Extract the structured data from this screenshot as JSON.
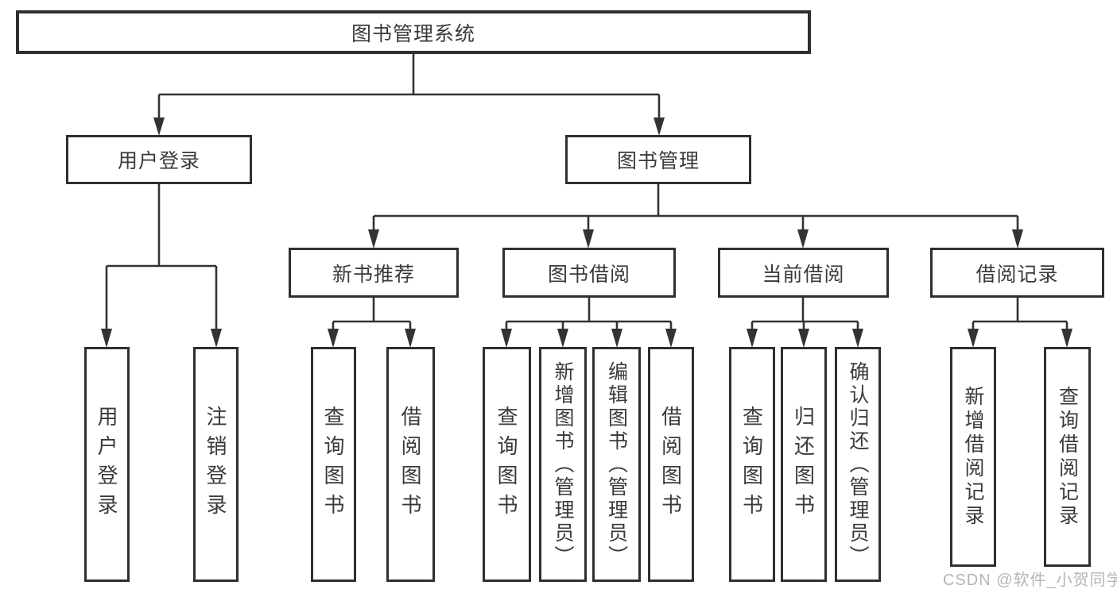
{
  "diagram": {
    "title": "图书管理系统",
    "root": "图书管理系统",
    "branches": [
      {
        "label": "用户登录",
        "children": [
          "用户登录",
          "注销登录"
        ]
      },
      {
        "label": "图书管理",
        "children": [
          {
            "label": "新书推荐",
            "children": [
              "查询图书",
              "借阅图书"
            ]
          },
          {
            "label": "图书借阅",
            "children": [
              "查询图书",
              "新增图书（管理员）",
              "编辑图书（管理员）",
              "借阅图书"
            ]
          },
          {
            "label": "当前借阅",
            "children": [
              "查询图书",
              "归还图书",
              "确认归还（管理员）"
            ]
          },
          {
            "label": "借阅记录",
            "children": [
              "新增借阅记录",
              "查询借阅记录"
            ]
          }
        ]
      }
    ]
  },
  "watermark": "CSDN @软件_小贺同学",
  "colors": {
    "line": "#333333",
    "box_border": "#2f2f2f",
    "text": "#3a3a3a",
    "watermark": "#b5b5b5",
    "background": "#ffffff"
  }
}
